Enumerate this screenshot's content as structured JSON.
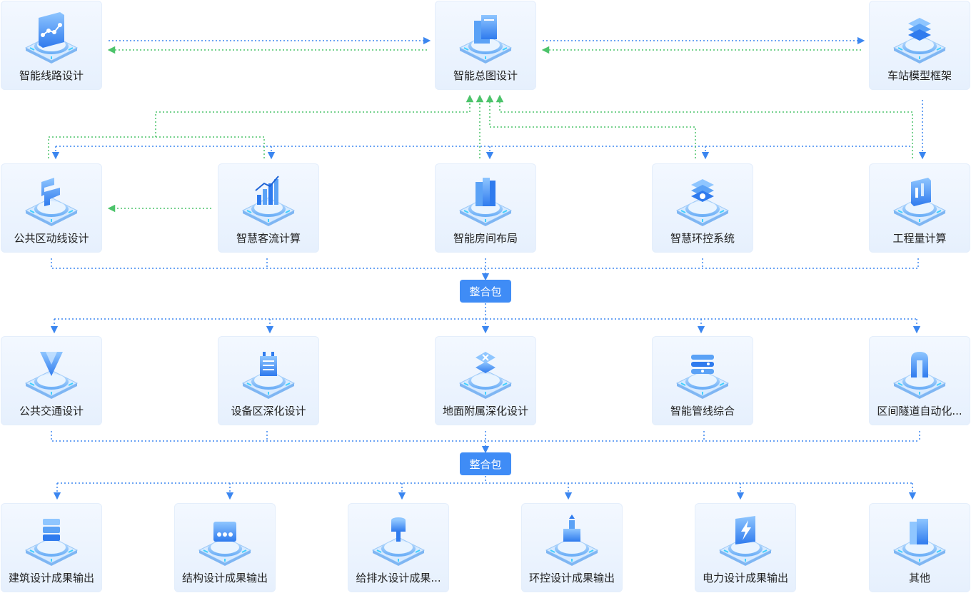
{
  "colors": {
    "blue_line": "#3b86f0",
    "green_line": "#4cc36a",
    "hub_bg": "#3f8cf6"
  },
  "top_row": [
    {
      "label": "智能线路设计",
      "icon": "route-board-icon"
    },
    {
      "label": "智能总图设计",
      "icon": "documents-icon"
    },
    {
      "label": "车站模型框架",
      "icon": "layers-icon"
    }
  ],
  "row2": [
    {
      "label": "公共区动线设计",
      "icon": "flow-path-icon"
    },
    {
      "label": "智慧客流计算",
      "icon": "bar-chart-icon"
    },
    {
      "label": "智能房间布局",
      "icon": "building-panels-icon"
    },
    {
      "label": "智慧环控系统",
      "icon": "stacked-layers-icon"
    },
    {
      "label": "工程量计算",
      "icon": "tablet-icon"
    }
  ],
  "hub1": {
    "label": "整合包"
  },
  "row3": [
    {
      "label": "公共交通设计",
      "icon": "funnel-icon"
    },
    {
      "label": "设备区深化设计",
      "icon": "equipment-icon"
    },
    {
      "label": "地面附属深化设计",
      "icon": "cross-block-icon"
    },
    {
      "label": "智能管线综合",
      "icon": "pipes-icon"
    },
    {
      "label": "区间隧道自动化...",
      "icon": "tunnel-icon"
    }
  ],
  "hub2": {
    "label": "整合包"
  },
  "row4": [
    {
      "label": "建筑设计成果输出",
      "icon": "stack-tower-icon"
    },
    {
      "label": "结构设计成果输出",
      "icon": "structure-block-icon"
    },
    {
      "label": "给排水设计成果...",
      "icon": "water-tank-icon"
    },
    {
      "label": "环控设计成果输出",
      "icon": "hvac-icon"
    },
    {
      "label": "电力设计成果输出",
      "icon": "lightning-icon"
    },
    {
      "label": "其他",
      "icon": "folder-icon"
    }
  ]
}
